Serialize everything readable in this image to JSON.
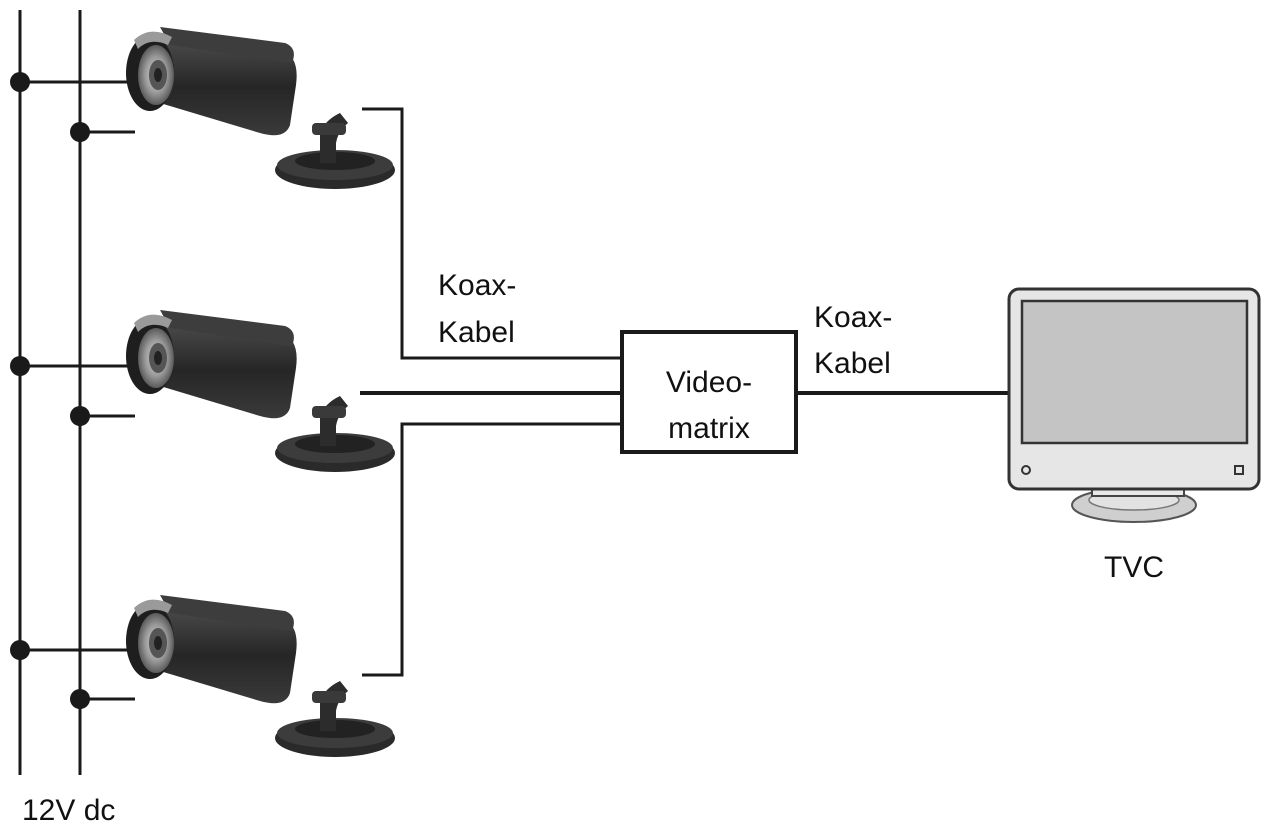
{
  "labels": {
    "coax_left_line1": "Koax-",
    "coax_left_line2": "Kabel",
    "coax_right_line1": "Koax-",
    "coax_right_line2": "Kabel",
    "matrix_line1": "Video-",
    "matrix_line2": "matrix",
    "monitor": "TVC",
    "power": "12V dc"
  },
  "colors": {
    "line": "#1a1a1a",
    "camera_body": "#2b2b2b",
    "camera_highlight": "#8a8a8a",
    "monitor_frame": "#e6e6e6",
    "monitor_screen": "#c4c4c4"
  },
  "icons": {
    "camera": "cctv-camera-icon",
    "monitor": "tv-monitor-icon"
  }
}
